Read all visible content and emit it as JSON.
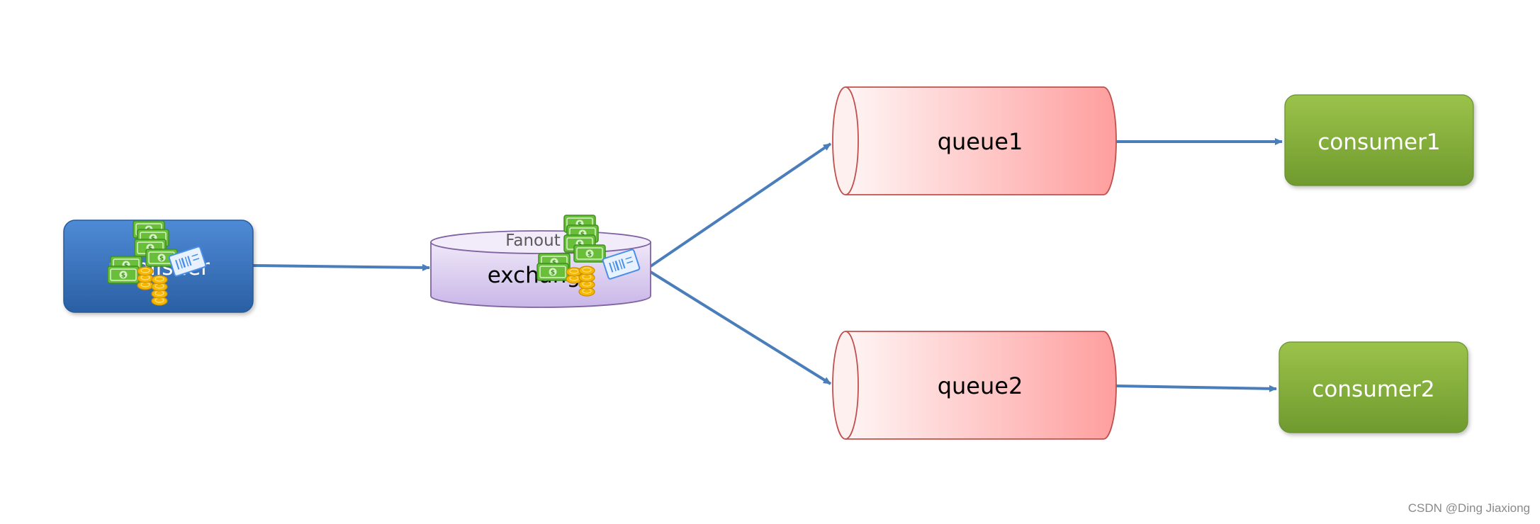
{
  "diagram": {
    "producer": {
      "label": "publisher"
    },
    "exchange": {
      "type_label": "Fanout",
      "label": "exchange"
    },
    "queues": [
      {
        "label": "queue1"
      },
      {
        "label": "queue2"
      }
    ],
    "consumers": [
      {
        "label": "consumer1"
      },
      {
        "label": "consumer2"
      }
    ]
  },
  "icons": {
    "money": "money-stack-icon",
    "coins": "coin-stack-icon",
    "receipt": "receipt-icon"
  },
  "colors": {
    "arrow": "#4a7ebb",
    "producer_top": "#4f8ad6",
    "producer_bottom": "#2a5fa3",
    "exchange_fill_top": "#efe8f8",
    "exchange_fill_bottom": "#c9b6e8",
    "exchange_stroke": "#8064a2",
    "queue_light": "#fff5f5",
    "queue_dark": "#ff9e9e",
    "queue_stroke": "#c0504d",
    "consumer_top": "#9bc34a",
    "consumer_bottom": "#6f9a2e",
    "money_green": "#6abf3a",
    "coin_gold": "#f5b700"
  },
  "watermark": "CSDN @Ding Jiaxiong"
}
